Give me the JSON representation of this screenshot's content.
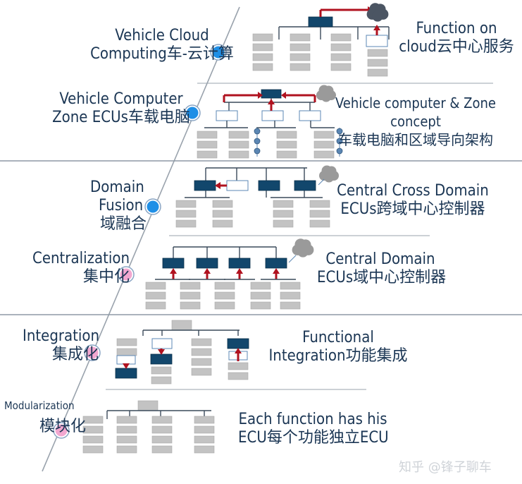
{
  "stages": [
    {
      "id": "cloud",
      "label_lines": [
        "Vehicle Cloud",
        "Computing车-云计算"
      ],
      "desc_lines": [
        "Function on",
        "cloud云中心服务"
      ],
      "dot_color": "#1f8fe6"
    },
    {
      "id": "zone",
      "label_lines": [
        "Vehicle Computer",
        "Zone ECUs车载电脑"
      ],
      "desc_lines": [
        "Vehicle computer & Zone",
        "concept",
        "车载电脑和区域导向架构"
      ],
      "dot_color": "#1f8fe6"
    },
    {
      "id": "cross",
      "label_lines": [
        "Domain",
        "Fusion",
        "域融合"
      ],
      "desc_lines": [
        "Central Cross Domain",
        "ECUs跨域中心控制器"
      ],
      "dot_color": "#1f8fe6"
    },
    {
      "id": "central",
      "label_lines": [
        "Centralization",
        "集中化"
      ],
      "desc_lines": [
        "Central Domain",
        "ECUs域中心控制器"
      ],
      "dot_color": "#f2a7d0"
    },
    {
      "id": "integration",
      "label_lines": [
        "Integration",
        "集成化"
      ],
      "desc_lines": [
        "Functional",
        "Integration功能集成"
      ],
      "dot_color": "#f2a7d0"
    },
    {
      "id": "modular",
      "label_lines": [
        "Modularization",
        "模块化"
      ],
      "desc_lines": [
        "Each function has his",
        "ECU每个功能独立ECU"
      ],
      "dot_color": "#f2a7d0"
    }
  ],
  "colors": {
    "text": "#1b3654",
    "box": "#c3c3c3",
    "ecu": "#12476c",
    "arrow": "#b0121f",
    "line": "#3a4a5a",
    "cloud": "#9a9a9a"
  },
  "icons": {
    "cloud_dark": "cloud-icon",
    "cloud_light": "cloud-icon"
  },
  "watermark": "知乎 @锋子聊车"
}
